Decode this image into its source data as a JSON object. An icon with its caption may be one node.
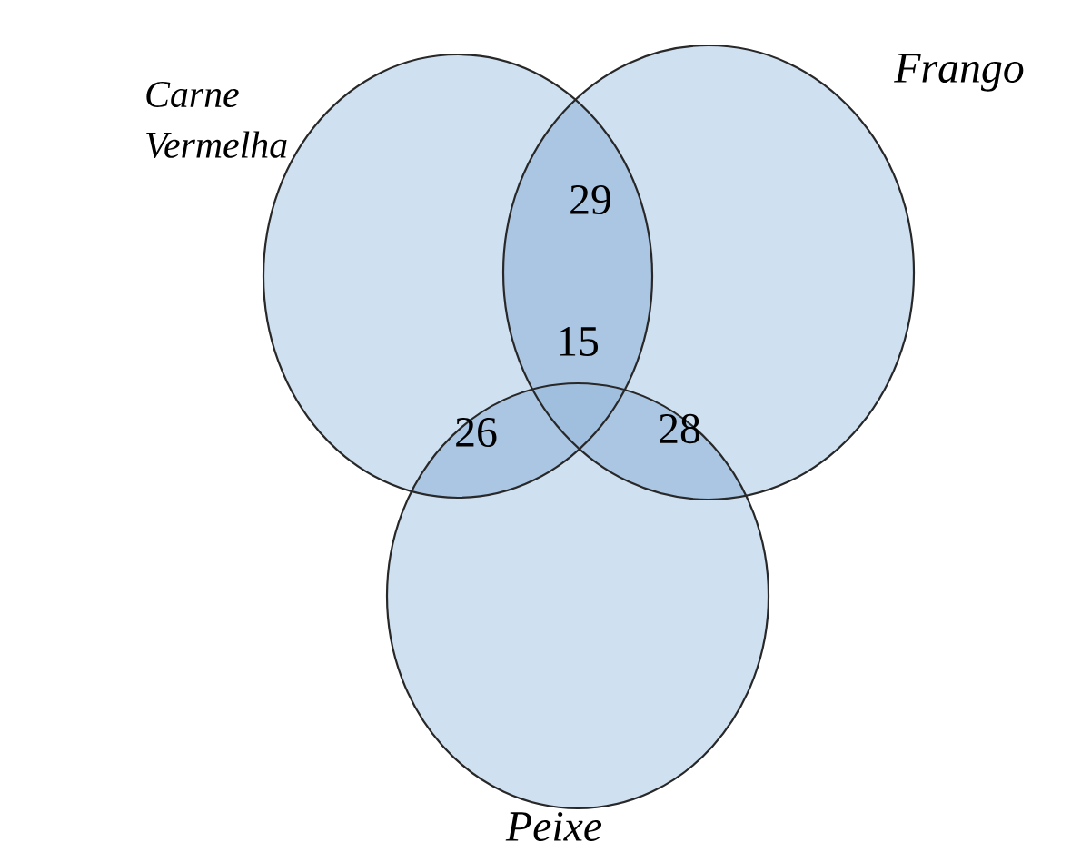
{
  "diagram": {
    "nodes": [
      {
        "text": [
          "Carne Vermelha"
        ]
      },
      {
        "text": [
          "Frango"
        ]
      },
      {
        "text": [
          "Peixe"
        ]
      }
    ],
    "labels": [
      "29",
      "15",
      "26",
      "28"
    ]
  }
}
